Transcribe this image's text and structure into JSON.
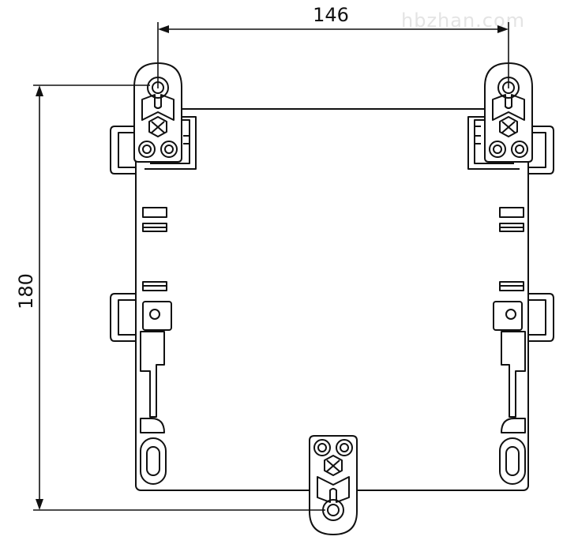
{
  "dimensions": {
    "width_label": "146",
    "height_label": "180"
  },
  "watermark": "hbzhan.com",
  "colors": {
    "line": "#111111",
    "background": "#ffffff",
    "watermark": "#e4e4e4"
  }
}
